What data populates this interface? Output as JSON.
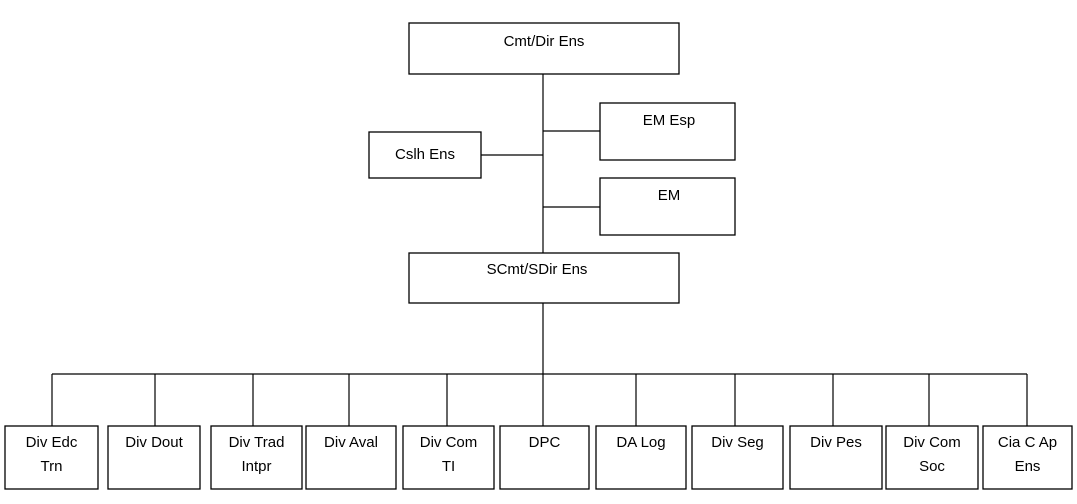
{
  "org_chart": {
    "top": {
      "label": "Cmt/Dir Ens"
    },
    "staff": [
      {
        "label": "Cslh Ens"
      },
      {
        "label": "EM Esp"
      },
      {
        "label": "EM"
      }
    ],
    "middle": {
      "label": "SCmt/SDir Ens"
    },
    "divisions": [
      {
        "line1": "Div Edc",
        "line2": "Trn"
      },
      {
        "line1": "Div Dout",
        "line2": ""
      },
      {
        "line1": "Div Trad",
        "line2": "Intpr"
      },
      {
        "line1": "Div Aval",
        "line2": ""
      },
      {
        "line1": "Div Com",
        "line2": "TI"
      },
      {
        "line1": "DPC",
        "line2": ""
      },
      {
        "line1": "DA Log",
        "line2": ""
      },
      {
        "line1": "Div Seg",
        "line2": ""
      },
      {
        "line1": "Div Pes",
        "line2": ""
      },
      {
        "line1": "Div Com",
        "line2": "Soc"
      },
      {
        "line1": "Cia C Ap",
        "line2": "Ens"
      }
    ]
  }
}
